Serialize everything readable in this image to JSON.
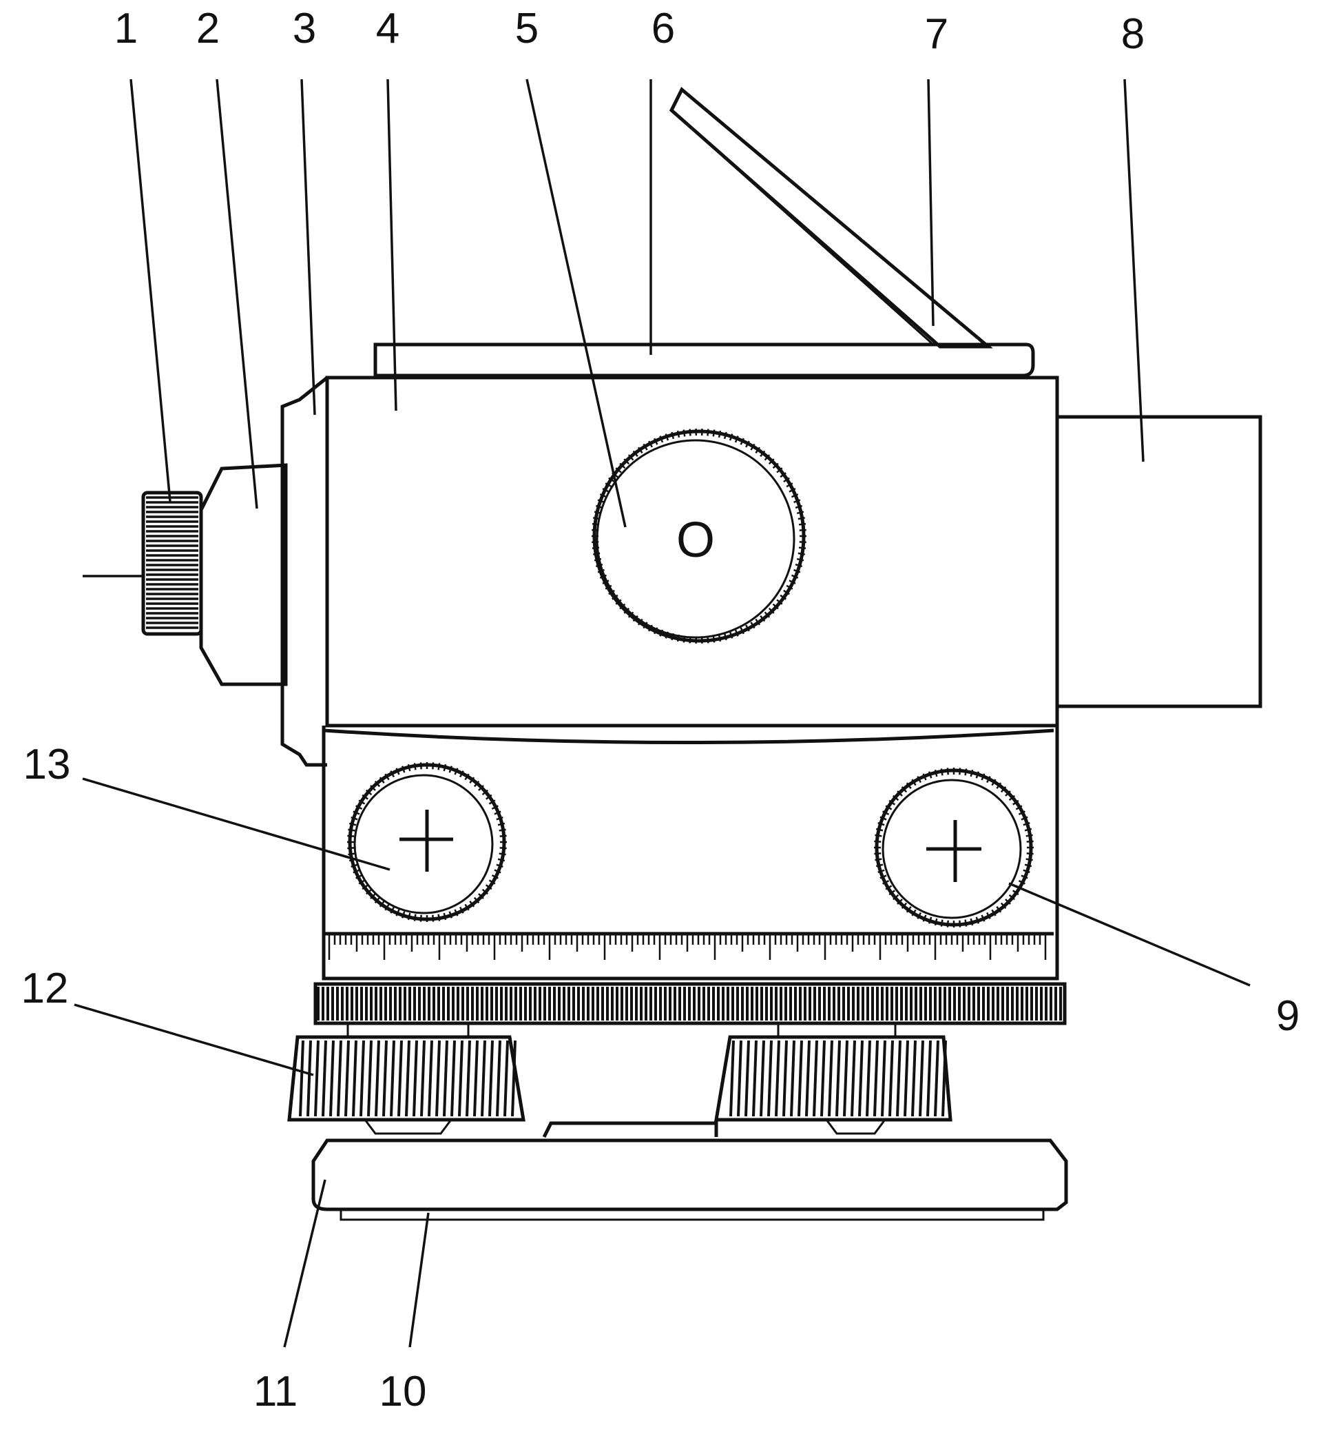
{
  "figure": {
    "labels": [
      {
        "id": "1",
        "text": "1"
      },
      {
        "id": "2",
        "text": "2"
      },
      {
        "id": "3",
        "text": "3"
      },
      {
        "id": "4",
        "text": "4"
      },
      {
        "id": "5",
        "text": "5"
      },
      {
        "id": "6",
        "text": "6"
      },
      {
        "id": "7",
        "text": "7"
      },
      {
        "id": "8",
        "text": "8"
      },
      {
        "id": "9",
        "text": "9"
      },
      {
        "id": "10",
        "text": "10"
      },
      {
        "id": "11",
        "text": "11"
      },
      {
        "id": "12",
        "text": "12"
      },
      {
        "id": "13",
        "text": "13"
      }
    ],
    "focus_knob_mark": "O",
    "ink_color": "#111111",
    "paper_color": "#ffffff"
  }
}
